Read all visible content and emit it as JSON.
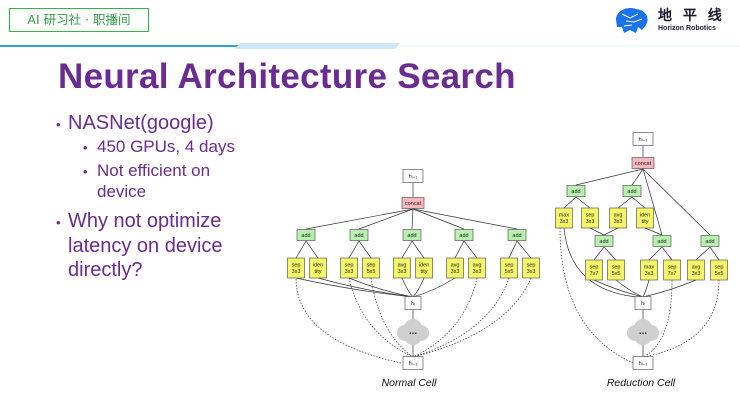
{
  "header": {
    "tag": "AI 研习社 · 职播间",
    "logo_cn": "地 平 线",
    "logo_en": "Horizon Robotics"
  },
  "slide": {
    "title": "Neural Architecture Search",
    "bullet_1": "NASNet(google)",
    "bullet_1_1": "450 GPUs, 4 days",
    "bullet_1_2_line1": "Not efficient on",
    "bullet_1_2_line2": "device",
    "bullet_2_line1": "Why not optimize",
    "bullet_2_line2": "latency on device",
    "bullet_2_line3": "directly?"
  },
  "normal_cell": {
    "label": "Normal Cell",
    "output": "hᵢ₊₁",
    "concat": "concat",
    "input_i": "hᵢ",
    "input_prev": "hᵢ₋₁",
    "ellipsis": "...",
    "add": "add",
    "ops": [
      [
        "sep",
        "3x3"
      ],
      [
        "iden",
        "tity"
      ],
      [
        "sep",
        "3x3"
      ],
      [
        "sep",
        "5x5"
      ],
      [
        "avg",
        "3x3"
      ],
      [
        "iden",
        "tity"
      ],
      [
        "avg",
        "3x3"
      ],
      [
        "avg",
        "3x3"
      ],
      [
        "sep",
        "5x5"
      ],
      [
        "sep",
        "3x3"
      ]
    ]
  },
  "reduction_cell": {
    "label": "Reduction Cell",
    "output": "hᵢ₊₁",
    "concat": "concat",
    "input_i": "hᵢ",
    "input_prev": "hᵢ₋₁",
    "ellipsis": "...",
    "add": "add",
    "top_ops": [
      [
        "max",
        "3x3"
      ],
      [
        "sep",
        "3x3"
      ],
      [
        "avg",
        "3x3"
      ],
      [
        "iden",
        "tity"
      ]
    ],
    "bottom_ops": [
      [
        "sep",
        "7x7"
      ],
      [
        "sep",
        "5x5"
      ],
      [
        "max",
        "3x3"
      ],
      [
        "sep",
        "7x7"
      ],
      [
        "avg",
        "3x3"
      ],
      [
        "sep",
        "5x5"
      ]
    ]
  },
  "colors": {
    "title": "#6b2c91",
    "add_fill": "#b8f0b0",
    "op_fill": "#f5f56a",
    "concat_fill": "#f5b7c0"
  }
}
